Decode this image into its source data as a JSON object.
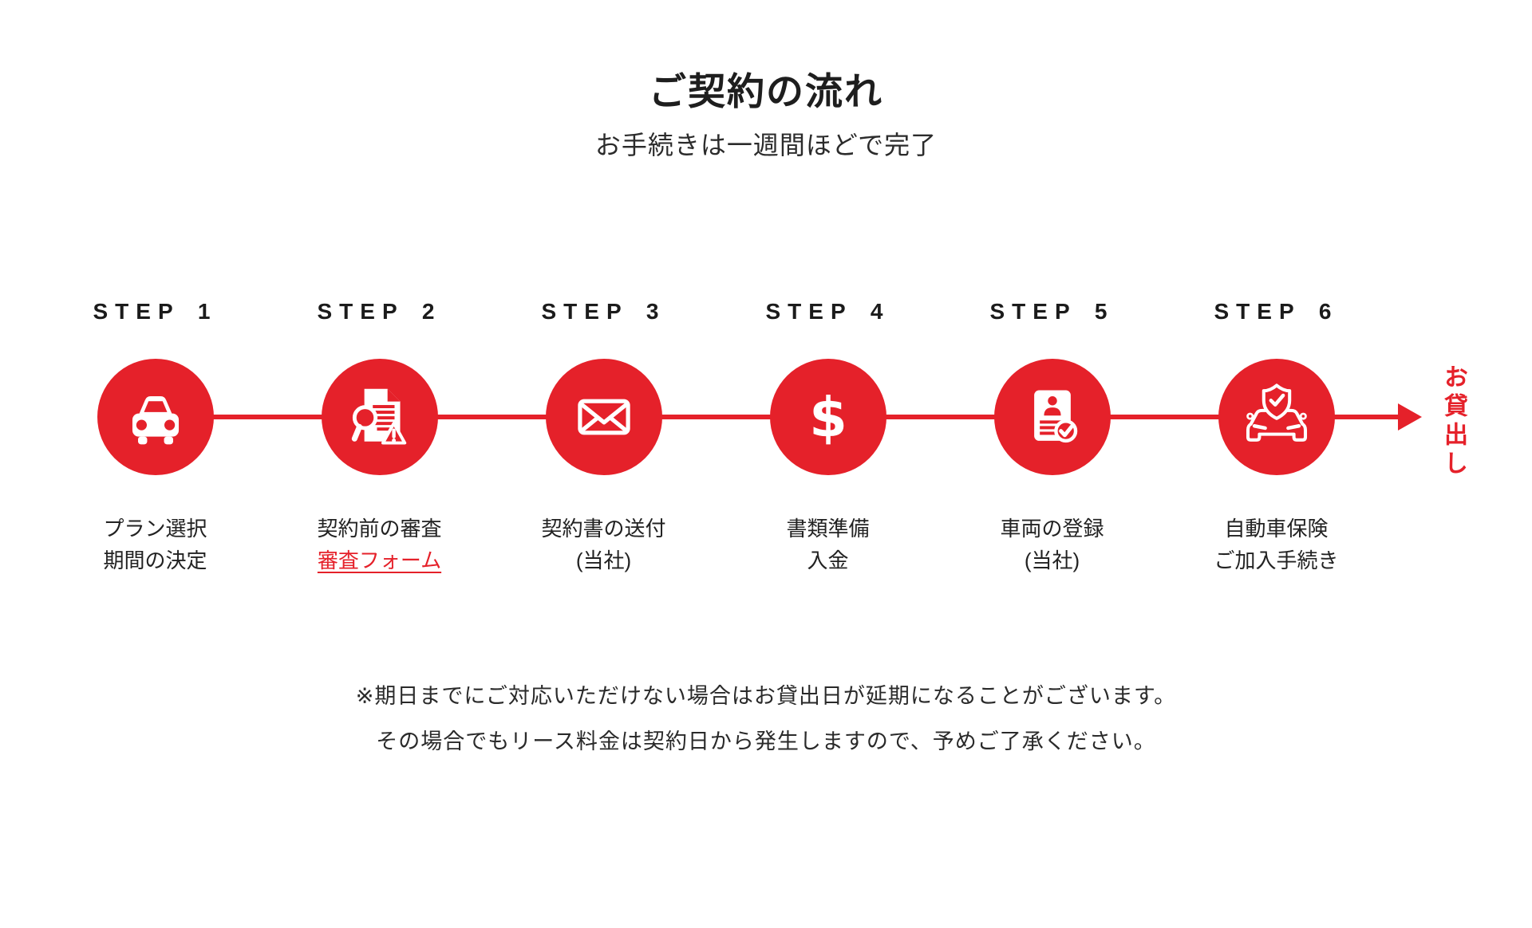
{
  "page": {
    "title": "ご契約の流れ",
    "subtitle": "お手続きは一週間ほどで完了"
  },
  "flow": {
    "end_label": "お貸出し"
  },
  "steps": [
    {
      "label": "STEP 1",
      "icon": "car-icon",
      "line1": "プラン選択",
      "line2": "期間の決定"
    },
    {
      "label": "STEP 2",
      "icon": "document-search-warning-icon",
      "line1": "契約前の審査",
      "line2": "審査フォーム",
      "line2_is_link": true
    },
    {
      "label": "STEP 3",
      "icon": "envelope-icon",
      "line1": "契約書の送付",
      "line2": "(当社)"
    },
    {
      "label": "STEP 4",
      "icon": "dollar-icon",
      "line1": "書類準備",
      "line2": "入金"
    },
    {
      "label": "STEP 5",
      "icon": "document-check-icon",
      "line1": "車両の登録",
      "line2": "(当社)"
    },
    {
      "label": "STEP 6",
      "icon": "car-shield-icon",
      "line1": "自動車保険",
      "line2": "ご加入手続き"
    }
  ],
  "notes": {
    "line1": "※期日までにご対応いただけない場合はお貸出日が延期になることがございます。",
    "line2": "その場合でもリース料金は契約日から発生しますので、予めご了承ください。"
  },
  "colors": {
    "accent_red": "#E5212A",
    "text_dark": "#1E1E1E"
  }
}
